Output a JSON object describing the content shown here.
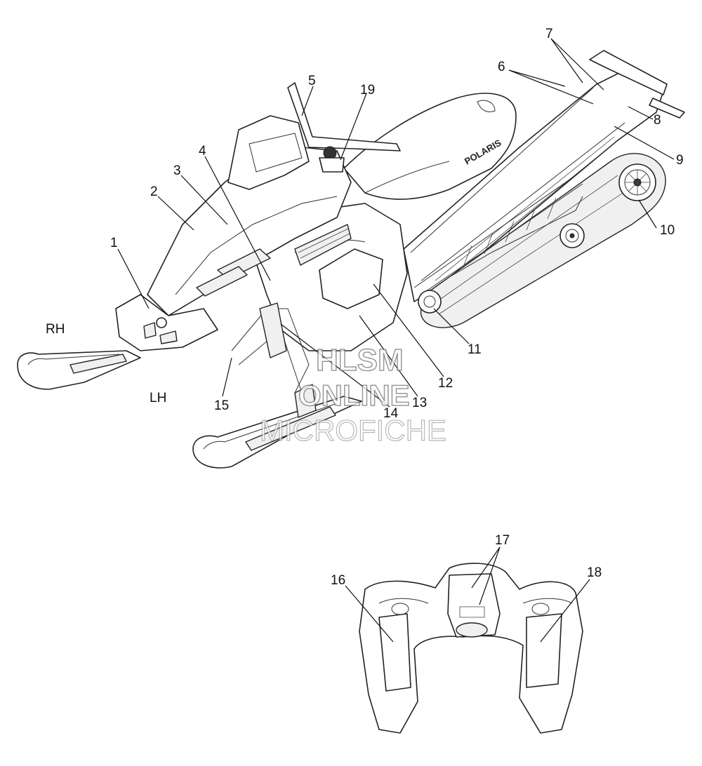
{
  "side_labels": {
    "rh": "RH",
    "lh": "LH"
  },
  "callouts": [
    "1",
    "2",
    "3",
    "4",
    "5",
    "6",
    "7",
    "8",
    "9",
    "10",
    "11",
    "12",
    "13",
    "14",
    "15",
    "16",
    "17",
    "18",
    "19"
  ],
  "brand_text": "POLARIS",
  "watermark": {
    "line1": "HLSM",
    "line2": "ONLINE",
    "line3": "MICROFICHE"
  }
}
